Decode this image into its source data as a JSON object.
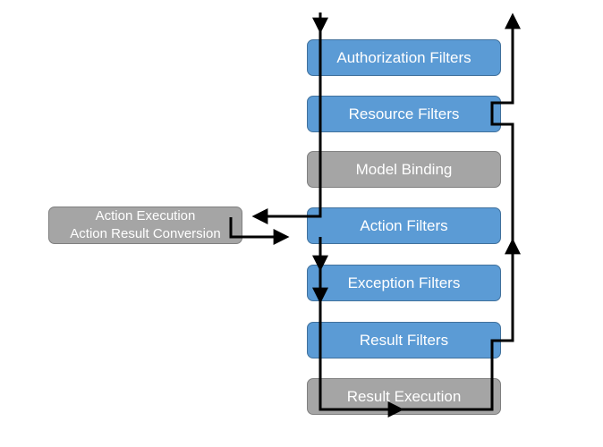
{
  "pipeline": {
    "stages": [
      {
        "label": "Authorization Filters",
        "kind": "filter"
      },
      {
        "label": "Resource Filters",
        "kind": "filter"
      },
      {
        "label": "Model Binding",
        "kind": "step"
      },
      {
        "label": "Action Filters",
        "kind": "filter"
      },
      {
        "label": "Exception Filters",
        "kind": "filter"
      },
      {
        "label": "Result Filters",
        "kind": "filter"
      },
      {
        "label": "Result Execution",
        "kind": "step"
      }
    ],
    "action_box": {
      "line1": "Action Execution",
      "line2": "Action Result Conversion"
    }
  },
  "colors": {
    "filter": "#5b9bd5",
    "step": "#a5a5a5",
    "arrow": "#000000"
  }
}
